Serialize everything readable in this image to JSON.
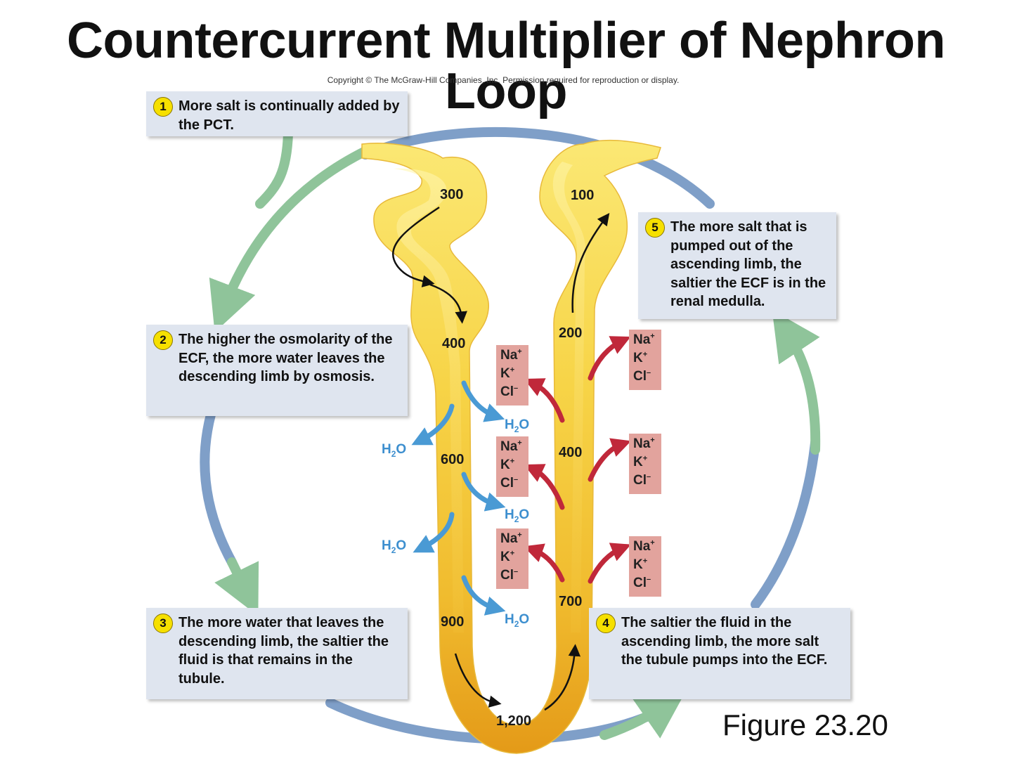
{
  "title": "Countercurrent Multiplier of Nephron Loop",
  "copyright": "Copyright © The McGraw-Hill Companies, Inc. Permission required for reproduction or display.",
  "figure_label": "Figure 23.20",
  "steps": [
    {
      "number": "1",
      "text": "More salt is continually added by the PCT."
    },
    {
      "number": "2",
      "text": "The higher the osmolarity of the ECF, the more water leaves the descending limb by osmosis."
    },
    {
      "number": "3",
      "text": "The more water that leaves the descending limb, the saltier the fluid is that remains in the tubule."
    },
    {
      "number": "4",
      "text": "The saltier the fluid in the ascending limb, the more salt the tubule pumps into the ECF."
    },
    {
      "number": "5",
      "text": "The more salt that is pumped out of the ascending limb, the saltier the ECF is in the renal medulla."
    }
  ],
  "osmolarity": {
    "descending": [
      "300",
      "400",
      "600",
      "900"
    ],
    "bottom": "1,200",
    "ascending": [
      "700",
      "400",
      "200",
      "100"
    ]
  },
  "water_label": {
    "main": "H",
    "sub": "2",
    "tail": "O"
  },
  "ions": {
    "na": {
      "symbol": "Na",
      "charge": "+"
    },
    "k": {
      "symbol": "K",
      "charge": "+"
    },
    "cl": {
      "symbol": "Cl",
      "charge": "–"
    }
  },
  "colors": {
    "tubule_light": "#fbe56a",
    "tubule_dark": "#e9a21c",
    "cycle_green": "#8fc49a",
    "cycle_blue": "#7f9fc8",
    "water_arrow": "#4a9ad4",
    "salt_arrow": "#c0283a",
    "box_bg": "#dfe5ef",
    "ion_bg": "#e2a39d",
    "badge": "#f6e000"
  }
}
